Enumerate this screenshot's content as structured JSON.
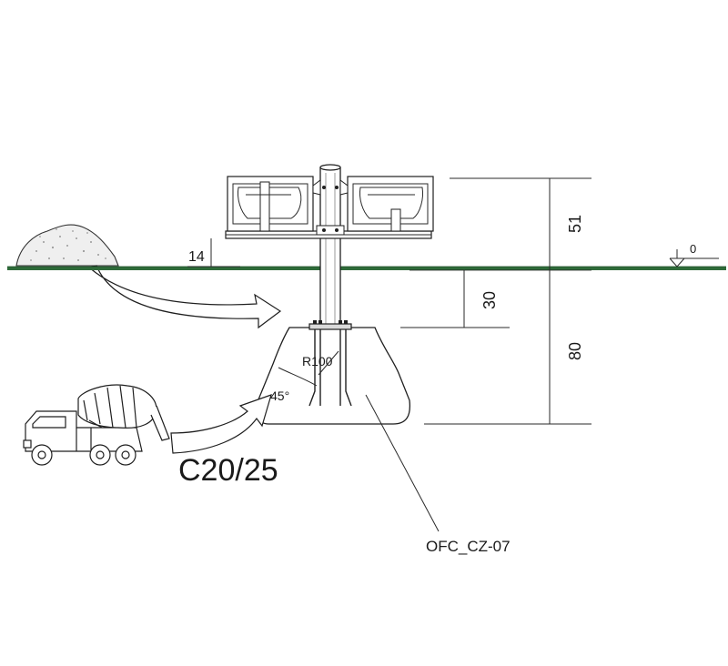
{
  "dimensions": {
    "seat_height": "14",
    "top_height": "51",
    "embed_depth": "30",
    "foundation_depth": "80",
    "ground_level": "0",
    "radius": "R100",
    "angle": "45°"
  },
  "concrete_grade": "C20/25",
  "part_code": "OFC_CZ-07",
  "colors": {
    "ground_line": "#2f6b3a",
    "ground_line_dark": "#1f4f28",
    "linework": "#1f1f1f"
  }
}
